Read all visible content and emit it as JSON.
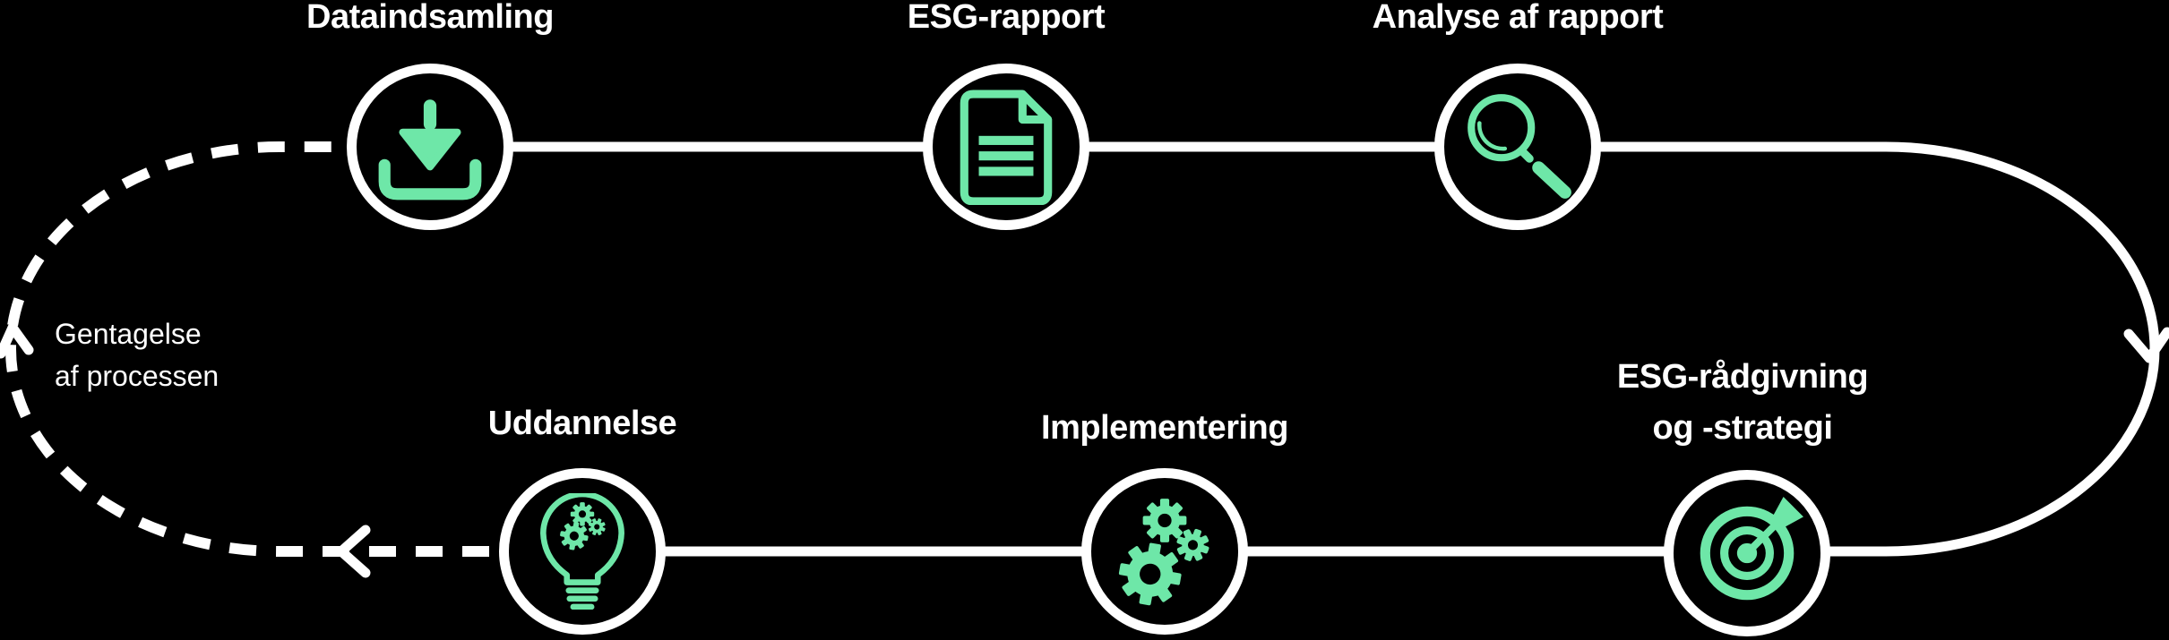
{
  "steps": [
    {
      "id": "dataindsamling",
      "label": "Dataindsamling",
      "icon": "download-icon"
    },
    {
      "id": "esg-rapport",
      "label": "ESG-rapport",
      "icon": "document-icon"
    },
    {
      "id": "analyse-af-rapport",
      "label": "Analyse af rapport",
      "icon": "magnifier-icon"
    },
    {
      "id": "esg-raadgivning-og-strategi",
      "label_lines": [
        "ESG-rådgivning",
        "og -strategi"
      ],
      "icon": "target-dart-icon"
    },
    {
      "id": "implementering",
      "label": "Implementering",
      "icon": "gears-icon"
    },
    {
      "id": "uddannelse",
      "label": "Uddannelse",
      "icon": "lightbulb-gears-icon"
    }
  ],
  "loop_label_lines": [
    "Gentagelse",
    "af processen"
  ],
  "colors": {
    "background": "#000000",
    "line": "#ffffff",
    "accent": "#6ee7a8"
  }
}
